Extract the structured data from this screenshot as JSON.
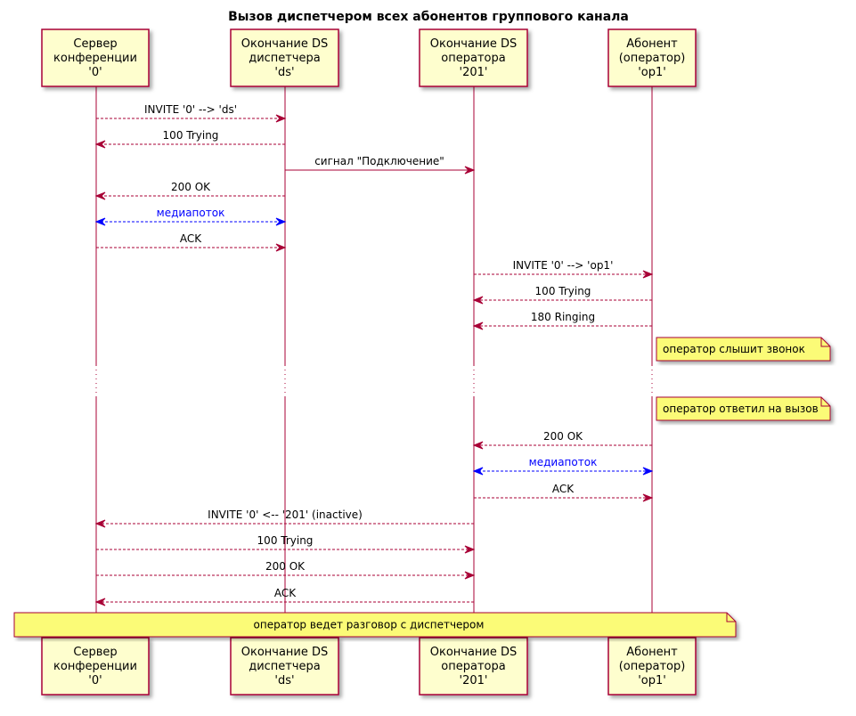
{
  "title": "Вызов диспетчером всех абонентов группового канала",
  "participants": [
    {
      "id": "srv",
      "lines": [
        "Сервер",
        "конференции",
        "'0'"
      ]
    },
    {
      "id": "ds",
      "lines": [
        "Окончание DS",
        "диспетчера",
        "'ds'"
      ]
    },
    {
      "id": "op201",
      "lines": [
        "Окончание DS",
        "оператора",
        "'201'"
      ]
    },
    {
      "id": "op1",
      "lines": [
        "Абонент",
        "(оператор)",
        "'op1'"
      ]
    }
  ],
  "messages": [
    {
      "from": "srv",
      "to": "ds",
      "label": "INVITE '0' --> 'ds'",
      "style": "dashed"
    },
    {
      "from": "ds",
      "to": "srv",
      "label": "100 Trying",
      "style": "dashed"
    },
    {
      "from": "ds",
      "to": "op201",
      "label": "сигнал \"Подключение\"",
      "style": "solid"
    },
    {
      "from": "ds",
      "to": "srv",
      "label": "200 OK",
      "style": "dashed"
    },
    {
      "from": "srv",
      "to": "ds",
      "label": "медиапоток",
      "style": "dashed",
      "bidirectional": true,
      "color": "#0000FF"
    },
    {
      "from": "srv",
      "to": "ds",
      "label": "ACK",
      "style": "dashed"
    },
    {
      "from": "op201",
      "to": "op1",
      "label": "INVITE '0' --> 'op1'",
      "style": "dashed"
    },
    {
      "from": "op1",
      "to": "op201",
      "label": "100 Trying",
      "style": "dashed"
    },
    {
      "from": "op1",
      "to": "op201",
      "label": "180 Ringing",
      "style": "dashed"
    },
    {
      "note": "оператор слышит звонок"
    },
    {
      "delay": true
    },
    {
      "note": "оператор ответил на вызов"
    },
    {
      "from": "op1",
      "to": "op201",
      "label": "200 OK",
      "style": "dashed"
    },
    {
      "from": "op201",
      "to": "op1",
      "label": "медиапоток",
      "style": "dashed",
      "bidirectional": true,
      "color": "#0000FF"
    },
    {
      "from": "op201",
      "to": "op1",
      "label": "ACK",
      "style": "dashed"
    },
    {
      "from": "op201",
      "to": "srv",
      "label": "INVITE '0' <-- '201' (inactive)",
      "style": "dashed"
    },
    {
      "from": "srv",
      "to": "op201",
      "label": "100 Trying",
      "style": "dashed"
    },
    {
      "from": "srv",
      "to": "op201",
      "label": "200 OK",
      "style": "dashed"
    },
    {
      "from": "op201",
      "to": "srv",
      "label": "ACK",
      "style": "dashed"
    },
    {
      "note": "оператор ведет разговор с диспетчером",
      "span": true
    }
  ],
  "colors": {
    "participant_fill": "#FEFECE",
    "participant_border": "#A80036",
    "arrow": "#A80036",
    "media": "#0000FF",
    "note_fill": "#FBFB77"
  }
}
